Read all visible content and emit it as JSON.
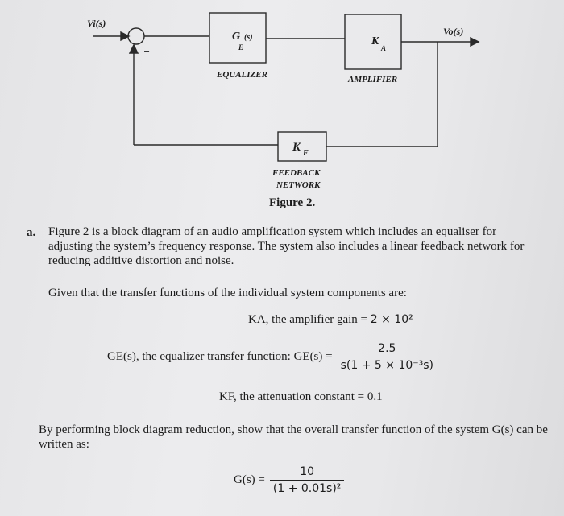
{
  "diagram": {
    "input_label": "Vi(s)",
    "output_label": "Vo(s)",
    "minus_sign": "−",
    "equalizer": {
      "symbol": "G",
      "paren": "(s)",
      "subscript": "E",
      "caption": "EQUALIZER"
    },
    "amplifier": {
      "symbol": "K",
      "subscript": "A",
      "caption": "AMPLIFIER"
    },
    "feedback": {
      "symbol": "K",
      "subscript": "F",
      "caption_line1": "FEEDBACK",
      "caption_line2": "NETWORK"
    }
  },
  "figure_caption": "Figure 2.",
  "question": {
    "label": "a.",
    "intro": "Figure 2 is a block diagram of an audio amplification system which includes an equaliser for adjusting the system’s frequency response. The system also includes a linear feedback network for reducing additive distortion and noise.",
    "given": "Given that the transfer functions of the individual system components are:",
    "ka_text": "KA, the amplifier gain = ",
    "ka_value": "2 × 10²",
    "ge_text": "GE(s), the equalizer transfer function: GE(s) =",
    "ge_numerator": "2.5",
    "ge_denominator": "s(1 + 5 × 10⁻³s)",
    "kf_text": "KF, the attenuation constant = 0.1",
    "task": "By performing block diagram reduction, show that the overall transfer function of the system G(s) can be written as:",
    "g_lhs": "G(s) =",
    "g_numerator": "10",
    "g_denominator": "(1 + 0.01s)²"
  }
}
